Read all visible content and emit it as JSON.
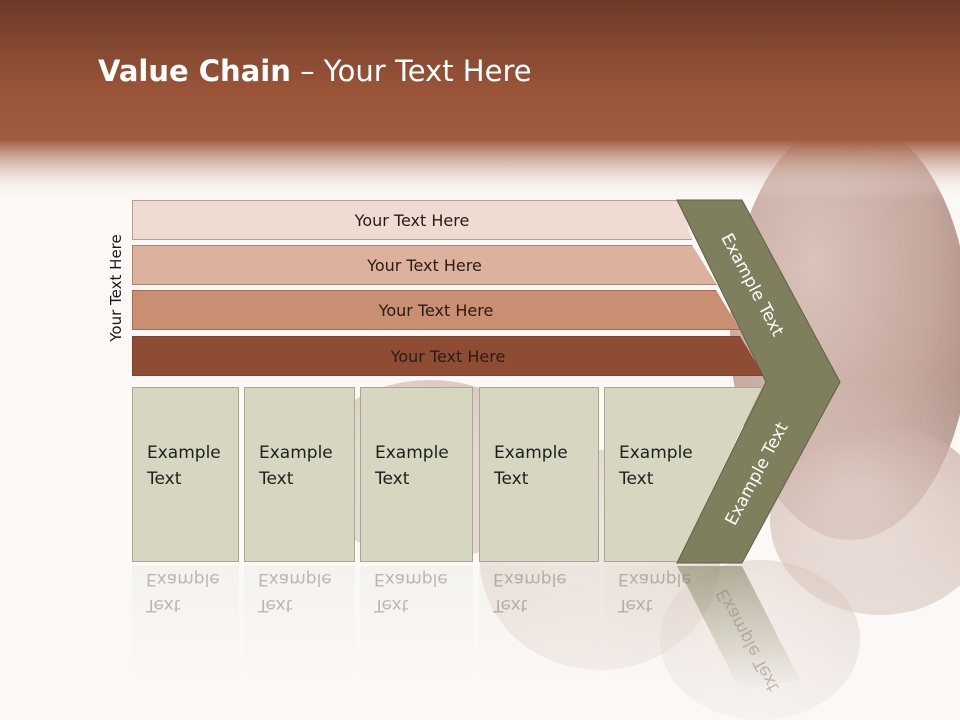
{
  "slide": {
    "title_bold": "Value Chain",
    "title_rest": " – Your Text Here",
    "side_label": "Your Text Here"
  },
  "bars": [
    {
      "label": "Your Text Here",
      "color": "#efdbd2"
    },
    {
      "label": "Your Text Here",
      "color": "#dcb29f"
    },
    {
      "label": "Your Text Here",
      "color": "#c98f73"
    },
    {
      "label": "Your Text Here",
      "color": "#8f4c35"
    }
  ],
  "boxes": [
    {
      "line1": "Example",
      "line2": "Text"
    },
    {
      "line1": "Example",
      "line2": "Text"
    },
    {
      "line1": "Example",
      "line2": "Text"
    },
    {
      "line1": "Example",
      "line2": "Text"
    },
    {
      "line1": "Example",
      "line2": "Text"
    }
  ],
  "chevron": {
    "upper_text": "Example Text",
    "lower_text": "Example Text",
    "color": "#7f7f5e"
  },
  "colors": {
    "header_brown": "#9a5438",
    "egg_brown": "#a8786a"
  }
}
